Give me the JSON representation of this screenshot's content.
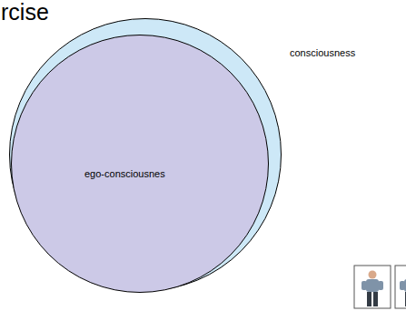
{
  "diagram": {
    "title": "rcise",
    "nodes": [
      {
        "text": [
          "consciousness"
        ]
      },
      {
        "text": [
          "ego-consciousnes"
        ],
        "in": 0
      }
    ]
  }
}
